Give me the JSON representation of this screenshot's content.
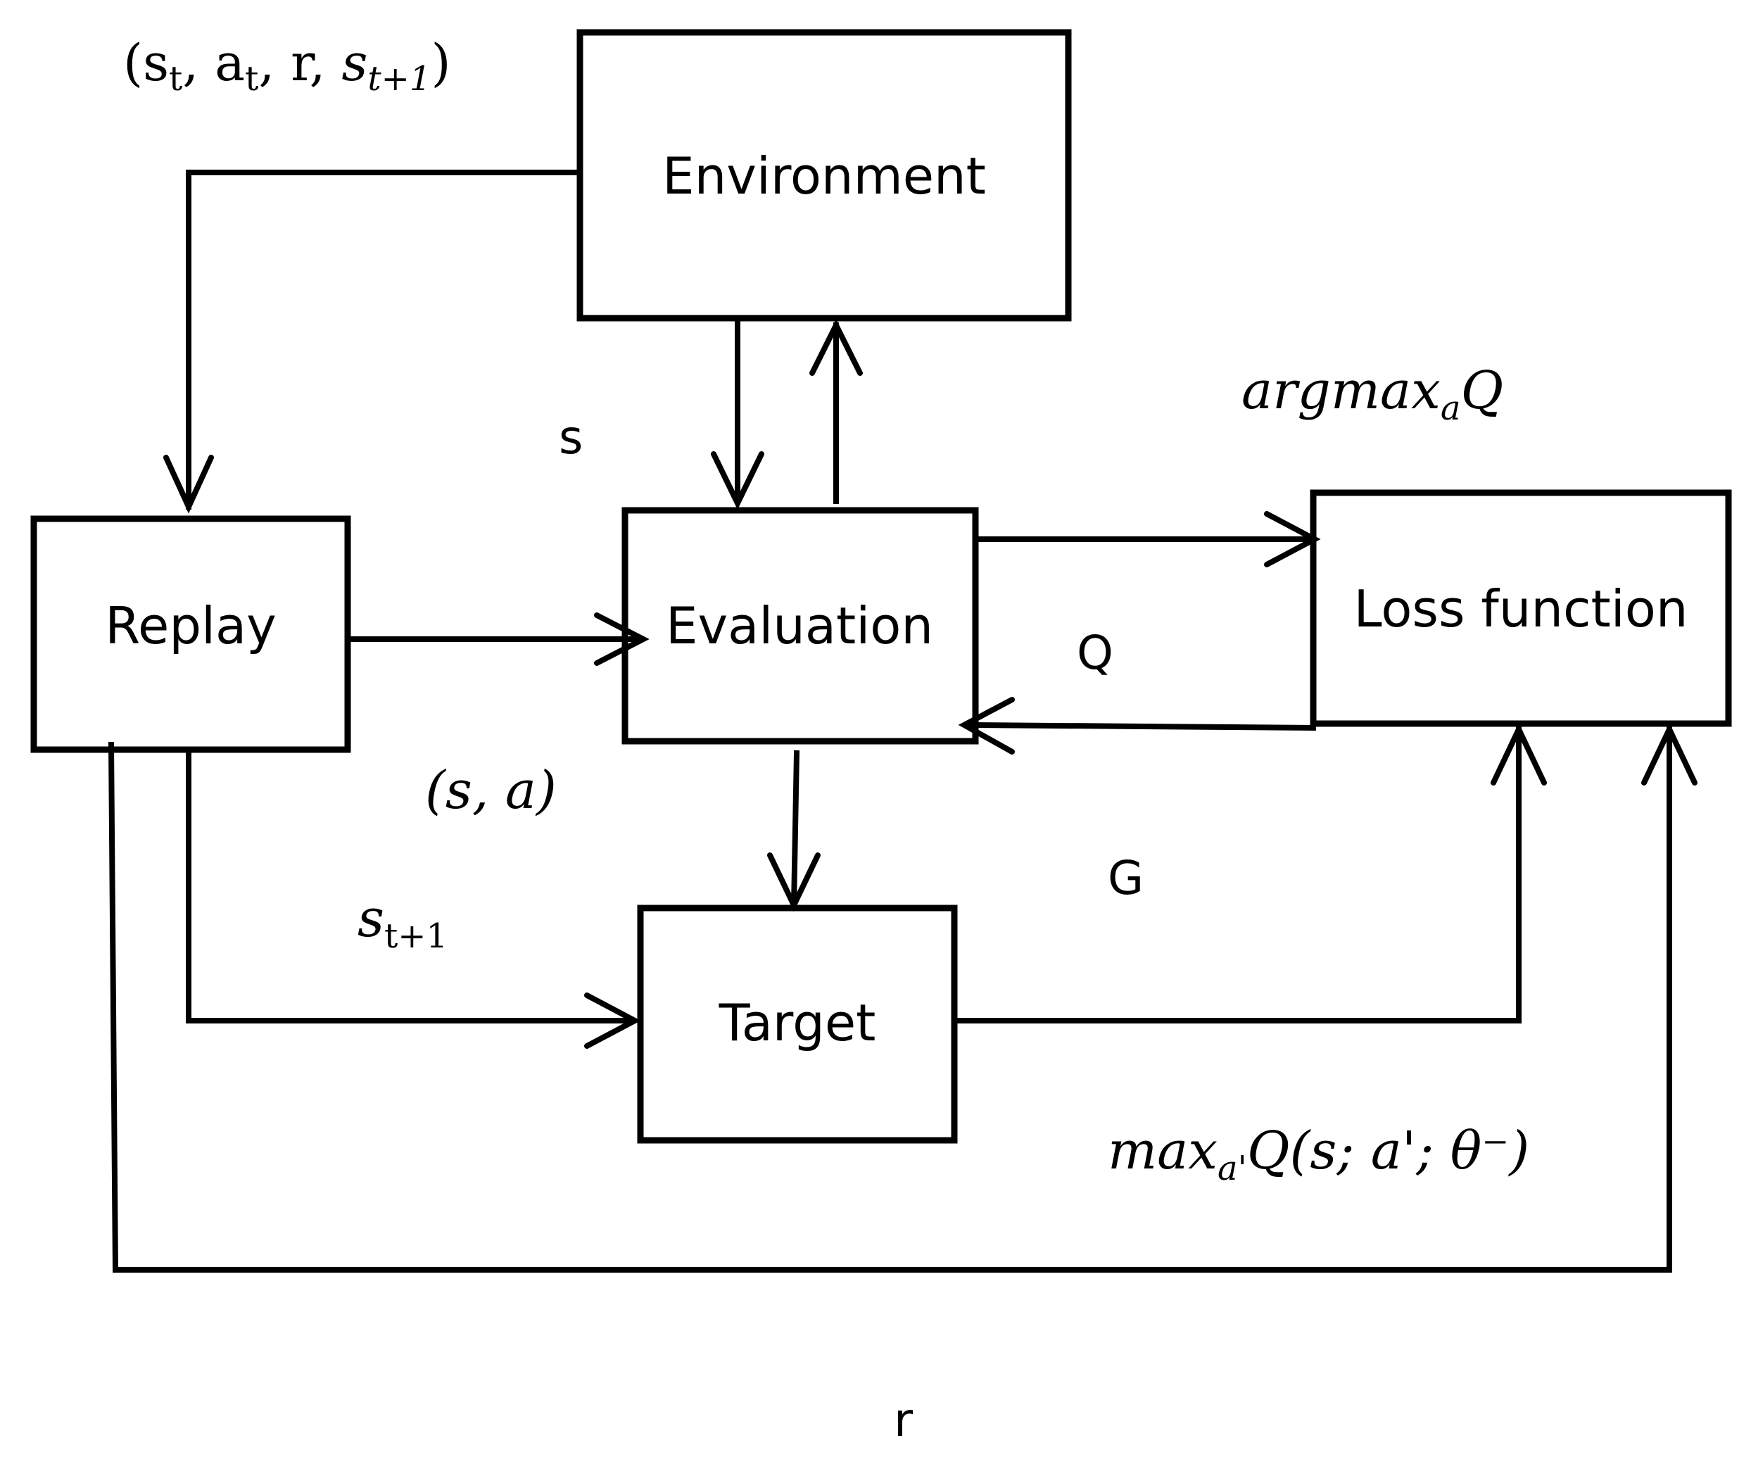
{
  "diagram": {
    "nodes": {
      "environment": "Environment",
      "replay": "Replay",
      "evaluation": "Evaluation",
      "loss": "Loss function",
      "target": "Target"
    },
    "labels": {
      "transition": {
        "open": "(",
        "s": "s",
        "t": "t",
        "a": "a",
        "r": "r",
        "t1": "t+1",
        "close": ")"
      },
      "s": "s",
      "sa": "(s, a)",
      "s_next": {
        "s": "s",
        "sub": "t+1"
      },
      "argmax": {
        "main": "argmax",
        "sub": "a",
        "tail": "Q"
      },
      "q": "Q",
      "g": "G",
      "max_expr": {
        "main": "max",
        "sub": "a'",
        "tail": "Q(s; a'; θ⁻)"
      },
      "r": "r"
    }
  }
}
